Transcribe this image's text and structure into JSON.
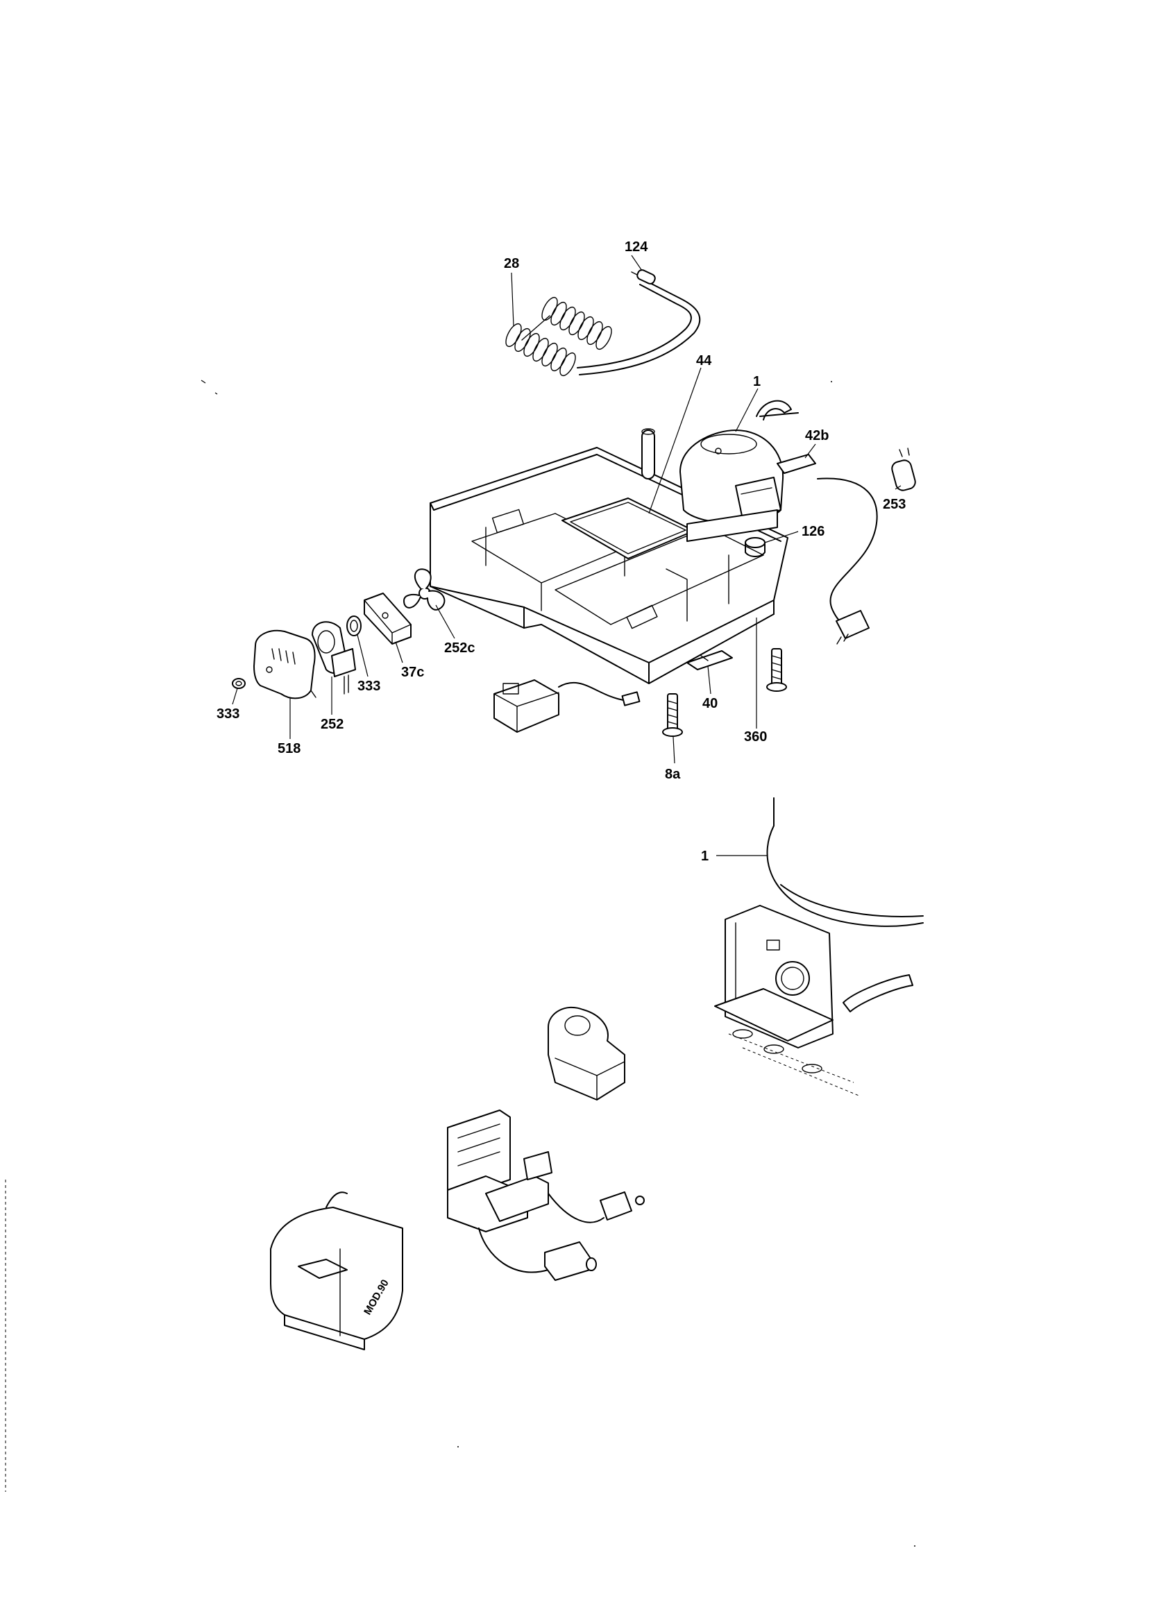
{
  "callouts": {
    "c124": "124",
    "c28": "28",
    "c44": "44",
    "c1_top": "1",
    "c42b": "42b",
    "c253": "253",
    "c126": "126",
    "c252c": "252c",
    "c37c": "37c",
    "c333_a": "333",
    "c252": "252",
    "c333_b": "333",
    "c518": "518",
    "c40": "40",
    "c360": "360",
    "c8a": "8a",
    "c1_detail": "1"
  },
  "cover_marking": "MOD.90"
}
